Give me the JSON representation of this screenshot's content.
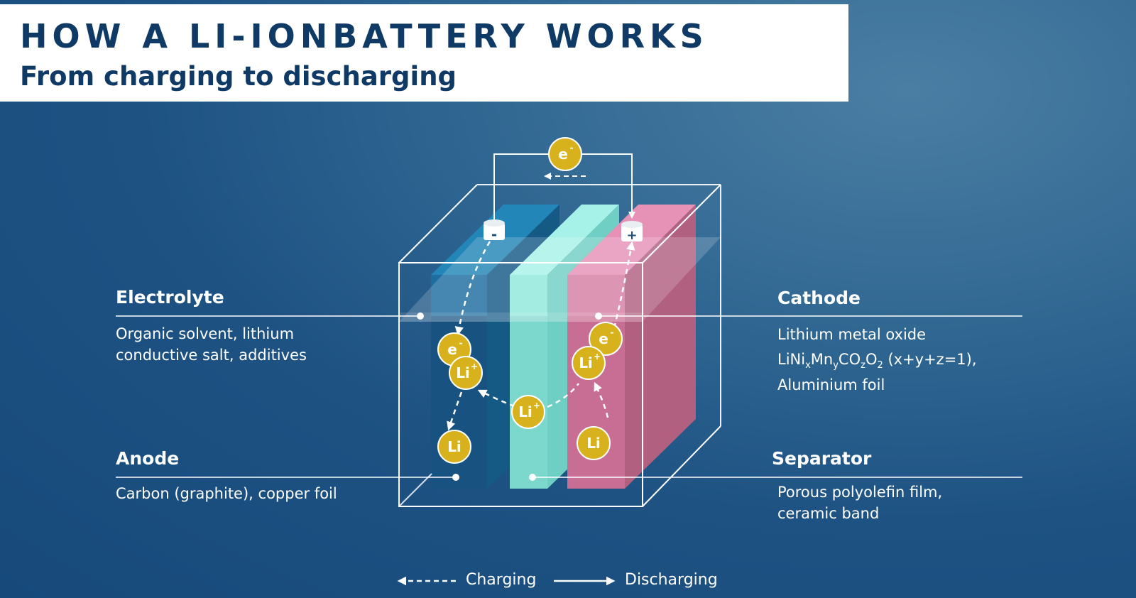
{
  "header": {
    "title": "HOW A LI-IONBATTERY WORKS",
    "subtitle": "From charging to discharging"
  },
  "labels": {
    "electrolyte": {
      "title": "Electrolyte",
      "lines": [
        "Organic solvent, lithium",
        "conductive salt, additives"
      ]
    },
    "anode": {
      "title": "Anode",
      "lines": [
        "Carbon (graphite), copper foil"
      ]
    },
    "cathode": {
      "title": "Cathode",
      "line1": "Lithium metal oxide",
      "formula_parts": [
        "LiNi",
        "x",
        "Mn",
        "y",
        "CO",
        "z",
        "O",
        "2",
        " (x+y+z=1),"
      ],
      "line3": "Aluminium foil"
    },
    "separator": {
      "title": "Separator",
      "lines": [
        "Porous polyolefin film,",
        "ceramic band"
      ]
    }
  },
  "terminals": {
    "negative": "-",
    "positive": "+"
  },
  "particles": {
    "electron": "e",
    "electron_sup": "-",
    "li_ion": "Li",
    "li_ion_sup": "+",
    "lithium": "Li"
  },
  "legend": {
    "charging": "Charging",
    "discharging": "Discharging"
  },
  "colors": {
    "background": "#1d5283",
    "title_text": "#0f3a66",
    "anode": "#1a6a99",
    "separator": "#8fe8dc",
    "cathode": "#d57fa3",
    "particle": "#d8b21c"
  }
}
